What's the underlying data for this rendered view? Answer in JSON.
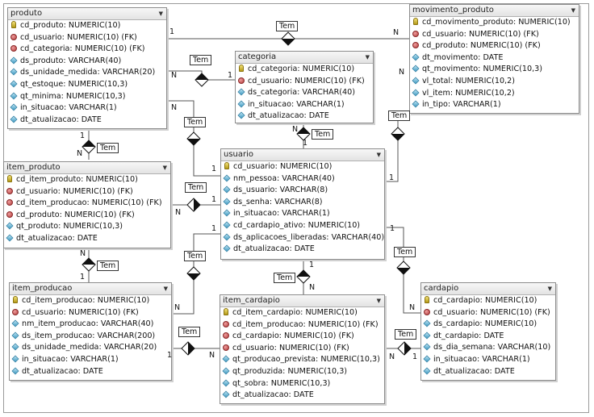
{
  "relationship_label": "Tem",
  "card": {
    "one": "1",
    "many": "N"
  },
  "entities": {
    "produto": {
      "title": "produto",
      "fields": [
        {
          "icon": "pk-icon",
          "text": "cd_produto: NUMERIC(10)"
        },
        {
          "icon": "fk-icon",
          "text": "cd_usuario: NUMERIC(10) (FK)"
        },
        {
          "icon": "fk-icon",
          "text": "cd_categoria: NUMERIC(10) (FK)"
        },
        {
          "icon": "attr-icon",
          "text": "ds_produto: VARCHAR(40)"
        },
        {
          "icon": "attr-icon",
          "text": "ds_unidade_medida: VARCHAR(20)"
        },
        {
          "icon": "attr-icon",
          "text": "qt_estoque: NUMERIC(10,3)"
        },
        {
          "icon": "attr-icon",
          "text": "qt_minima: NUMERIC(10,3)"
        },
        {
          "icon": "attr-icon",
          "text": "in_situacao: VARCHAR(1)"
        },
        {
          "icon": "attr-icon",
          "text": "dt_atualizacao: DATE"
        }
      ]
    },
    "categoria": {
      "title": "categoria",
      "fields": [
        {
          "icon": "pk-icon",
          "text": "cd_categoria: NUMERIC(10)"
        },
        {
          "icon": "fk-icon",
          "text": "cd_usuario: NUMERIC(10) (FK)"
        },
        {
          "icon": "attr-icon",
          "text": "ds_categoria: VARCHAR(40)"
        },
        {
          "icon": "attr-icon",
          "text": "in_situacao: VARCHAR(1)"
        },
        {
          "icon": "attr-icon",
          "text": "dt_atualizacao: DATE"
        }
      ]
    },
    "movimento_produto": {
      "title": "movimento_produto",
      "fields": [
        {
          "icon": "pk-icon",
          "text": "cd_movimento_produto: NUMERIC(10)"
        },
        {
          "icon": "fk-icon",
          "text": "cd_usuario: NUMERIC(10) (FK)"
        },
        {
          "icon": "fk-icon",
          "text": "cd_produto: NUMERIC(10) (FK)"
        },
        {
          "icon": "attr-icon",
          "text": "dt_movimento: DATE"
        },
        {
          "icon": "attr-icon",
          "text": "qt_movimento: NUMERIC(10,3)"
        },
        {
          "icon": "attr-icon",
          "text": "vl_total: NUMERIC(10,2)"
        },
        {
          "icon": "attr-icon",
          "text": "vl_item: NUMERIC(10,2)"
        },
        {
          "icon": "attr-icon",
          "text": "in_tipo: VARCHAR(1)"
        }
      ]
    },
    "item_produto": {
      "title": "item_produto",
      "fields": [
        {
          "icon": "pk-icon",
          "text": "cd_item_produto: NUMERIC(10)"
        },
        {
          "icon": "fk-icon",
          "text": "cd_usuario: NUMERIC(10) (FK)"
        },
        {
          "icon": "fk-icon",
          "text": "cd_item_producao: NUMERIC(10) (FK)"
        },
        {
          "icon": "fk-icon",
          "text": "cd_produto: NUMERIC(10) (FK)"
        },
        {
          "icon": "attr-icon",
          "text": "qt_produto: NUMERIC(10,3)"
        },
        {
          "icon": "attr-icon",
          "text": "dt_atualizacao: DATE"
        }
      ]
    },
    "usuario": {
      "title": "usuario",
      "fields": [
        {
          "icon": "pk-icon",
          "text": "cd_usuario: NUMERIC(10)"
        },
        {
          "icon": "attr-icon",
          "text": "nm_pessoa: VARCHAR(40)"
        },
        {
          "icon": "attr-icon",
          "text": "ds_usuario: VARCHAR(8)"
        },
        {
          "icon": "attr-icon",
          "text": "ds_senha: VARCHAR(8)"
        },
        {
          "icon": "attr-icon",
          "text": "in_situacao: VARCHAR(1)"
        },
        {
          "icon": "attr-icon",
          "text": "cd_cardapio_ativo: NUMERIC(10)"
        },
        {
          "icon": "attr-icon",
          "text": "ds_aplicacoes_liberadas: VARCHAR(40)"
        },
        {
          "icon": "attr-icon",
          "text": "dt_atualizacao: DATE"
        }
      ]
    },
    "item_producao": {
      "title": "item_producao",
      "fields": [
        {
          "icon": "pk-icon",
          "text": "cd_item_producao: NUMERIC(10)"
        },
        {
          "icon": "fk-icon",
          "text": "cd_usuario: NUMERIC(10) (FK)"
        },
        {
          "icon": "attr-icon",
          "text": "nm_item_producao: VARCHAR(40)"
        },
        {
          "icon": "attr-icon",
          "text": "ds_item_producao: VARCHAR(200)"
        },
        {
          "icon": "attr-icon",
          "text": "ds_unidade_medida: VARCHAR(20)"
        },
        {
          "icon": "attr-icon",
          "text": "in_situacao: VARCHAR(1)"
        },
        {
          "icon": "attr-icon",
          "text": "dt_atualizacao: DATE"
        }
      ]
    },
    "item_cardapio": {
      "title": "item_cardapio",
      "fields": [
        {
          "icon": "pk-icon",
          "text": "cd_item_cardapio: NUMERIC(10)"
        },
        {
          "icon": "fk-icon",
          "text": "cd_item_producao: NUMERIC(10) (FK)"
        },
        {
          "icon": "fk-icon",
          "text": "cd_cardapio: NUMERIC(10) (FK)"
        },
        {
          "icon": "fk-icon",
          "text": "cd_usuario: NUMERIC(10) (FK)"
        },
        {
          "icon": "attr-icon",
          "text": "qt_producao_prevista: NUMERIC(10,3)"
        },
        {
          "icon": "attr-icon",
          "text": "qt_produzida: NUMERIC(10,3)"
        },
        {
          "icon": "attr-icon",
          "text": "qt_sobra: NUMERIC(10,3)"
        },
        {
          "icon": "attr-icon",
          "text": "dt_atualizacao: DATE"
        }
      ]
    },
    "cardapio": {
      "title": "cardapio",
      "fields": [
        {
          "icon": "pk-icon",
          "text": "cd_cardapio: NUMERIC(10)"
        },
        {
          "icon": "fk-icon",
          "text": "cd_usuario: NUMERIC(10) (FK)"
        },
        {
          "icon": "attr-icon",
          "text": "ds_cardapio: NUMERIC(10)"
        },
        {
          "icon": "attr-icon",
          "text": "dt_cardapio: DATE"
        },
        {
          "icon": "attr-icon",
          "text": "ds_dia_semana: VARCHAR(10)"
        },
        {
          "icon": "attr-icon",
          "text": "in_situacao: VARCHAR(1)"
        },
        {
          "icon": "attr-icon",
          "text": "dt_atualizacao: DATE"
        }
      ]
    }
  }
}
